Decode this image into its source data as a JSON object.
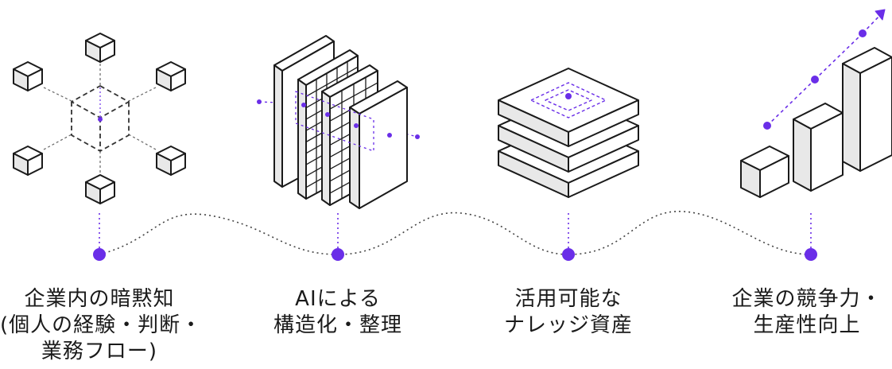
{
  "colors": {
    "accent": "#6a2ee8",
    "ink": "#1a1a1a",
    "dotted": "#555555"
  },
  "steps": [
    {
      "icon": "network-cubes-icon",
      "lines": [
        "企業内の暗黙知",
        "(個人の経験・判断・",
        "業務フロー)"
      ]
    },
    {
      "icon": "layered-panels-icon",
      "lines": [
        "AIによる",
        "構造化・整理"
      ]
    },
    {
      "icon": "stacked-layers-icon",
      "lines": [
        "活用可能な",
        "ナレッジ資産"
      ]
    },
    {
      "icon": "growth-bars-icon",
      "lines": [
        "企業の競争力・",
        "生産性向上"
      ]
    }
  ]
}
